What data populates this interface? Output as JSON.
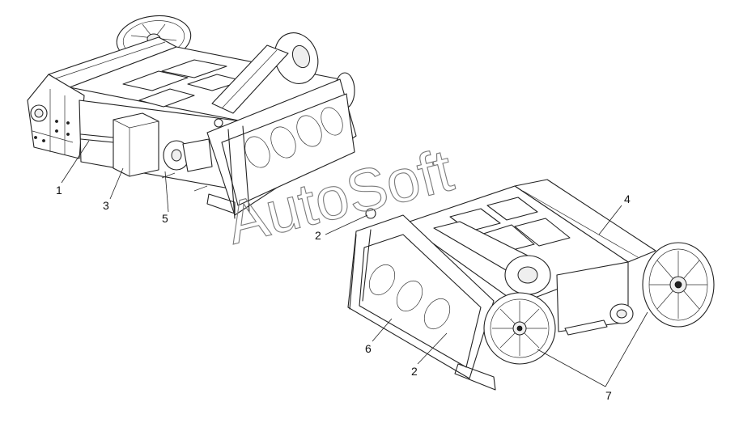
{
  "diagram": {
    "watermark": "AutoSoft",
    "callouts": [
      {
        "id": "c1",
        "label": "1"
      },
      {
        "id": "c3",
        "label": "3"
      },
      {
        "id": "c5",
        "label": "5"
      },
      {
        "id": "c2a",
        "label": "2"
      },
      {
        "id": "c4",
        "label": "4"
      },
      {
        "id": "c6",
        "label": "6"
      },
      {
        "id": "c2b",
        "label": "2"
      },
      {
        "id": "c7",
        "label": "7"
      }
    ]
  }
}
